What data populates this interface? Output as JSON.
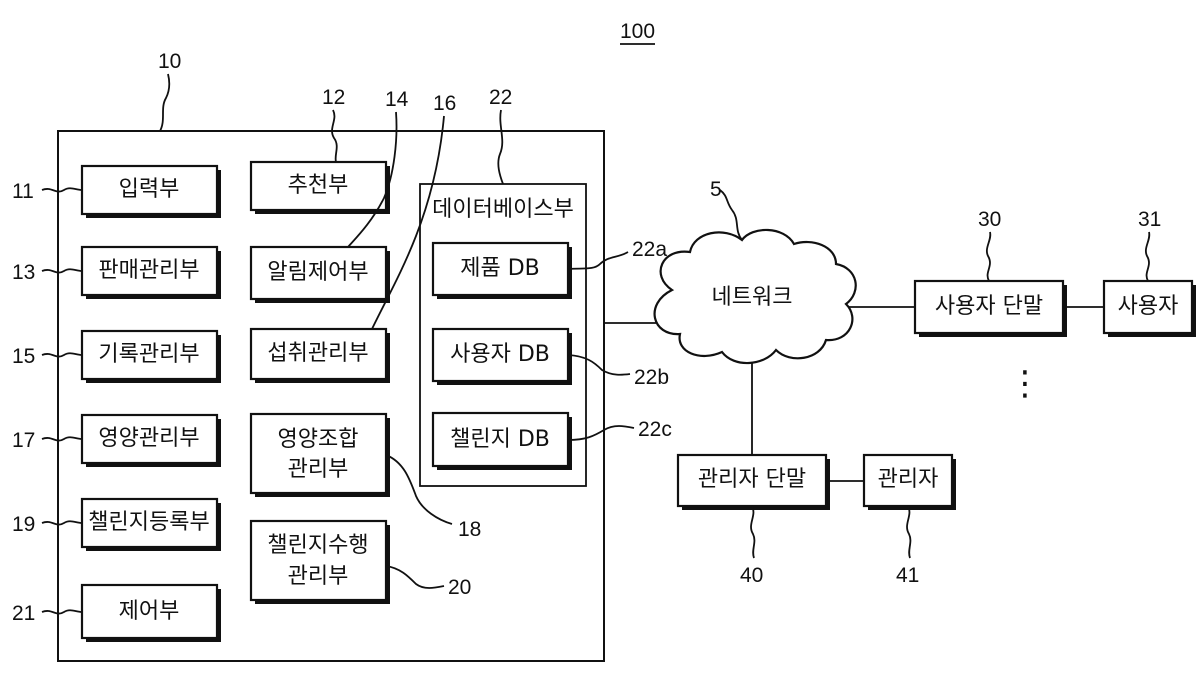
{
  "figure_ref": "100",
  "refs": {
    "system": "10",
    "input": "11",
    "recommend": "12",
    "sales": "13",
    "alarm": "14",
    "record": "15",
    "intake": "16",
    "nutrition": "17",
    "combo": "18",
    "challenge_reg": "19",
    "challenge_perf": "20",
    "control": "21",
    "database": "22",
    "product_db": "22a",
    "user_db": "22b",
    "challenge_db": "22c",
    "network": "5",
    "user_terminal": "30",
    "user": "31",
    "admin_terminal": "40",
    "admin": "41"
  },
  "labels": {
    "input": "입력부",
    "recommend": "추천부",
    "sales": "판매관리부",
    "alarm": "알림제어부",
    "record": "기록관리부",
    "intake": "섭취관리부",
    "nutrition": "영양관리부",
    "combo_line1": "영양조합",
    "combo_line2": "관리부",
    "challenge_reg": "챌린지등록부",
    "challenge_perf_line1": "챌린지수행",
    "challenge_perf_line2": "관리부",
    "control": "제어부",
    "database": "데이터베이스부",
    "product_db": "제품 DB",
    "user_db": "사용자 DB",
    "challenge_db": "챌린지 DB",
    "network": "네트워크",
    "user_terminal": "사용자 단말",
    "user": "사용자",
    "admin_terminal": "관리자 단말",
    "admin": "관리자",
    "ellipsis": "⋮"
  }
}
